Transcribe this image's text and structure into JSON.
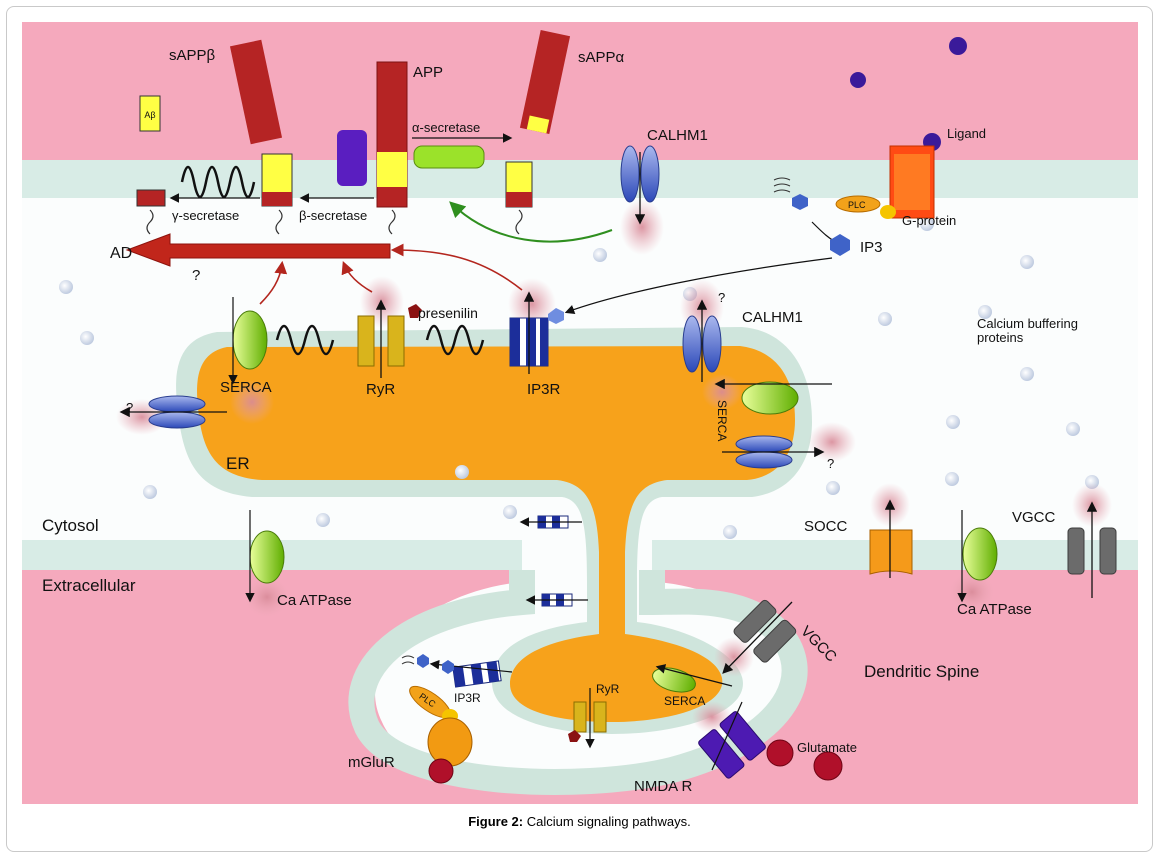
{
  "labels": {
    "sappb": "sAPPβ",
    "app": "APP",
    "sappa": "sAPPα",
    "abeta": "Aβ",
    "alpha_secretase": "α-secretase",
    "calhm1_top": "CALHM1",
    "ligand": "Ligand",
    "gamma_secretase": "γ-secretase",
    "beta_secretase": "β-secretase",
    "plc_top": "PLC",
    "gprotein": "G-protein",
    "ad": "AD",
    "q1": "?",
    "ip3": "IP3",
    "presenilin": "presenilin",
    "calhm1_er": "CALHM1",
    "q_calhm": "?",
    "buffering_1": "Calcium buffering",
    "buffering_2": "proteins",
    "serca_left": "SERCA",
    "ryr_top": "RyR",
    "ip3r_top": "IP3R",
    "serca_right": "SERCA",
    "q_left": "?",
    "q_right": "?",
    "er": "ER",
    "cytosol": "Cytosol",
    "extracellular": "Extracellular",
    "ca_atpase_left": "Ca ATPase",
    "socc": "SOCC",
    "vgcc_top": "VGCC",
    "ca_atpase_right": "Ca ATPase",
    "vgcc_spine": "VGCC",
    "dendritic_spine": "Dendritic Spine",
    "ip3r_spine": "IP3R",
    "ryr_spine": "RyR",
    "serca_spine": "SERCA",
    "plc_spine": "PLC",
    "glutamate": "Glutamate",
    "mglur": "mGluR",
    "nmdar": "NMDA R"
  },
  "caption": {
    "label": "Figure 2:",
    "text": " Calcium signaling pathways."
  }
}
